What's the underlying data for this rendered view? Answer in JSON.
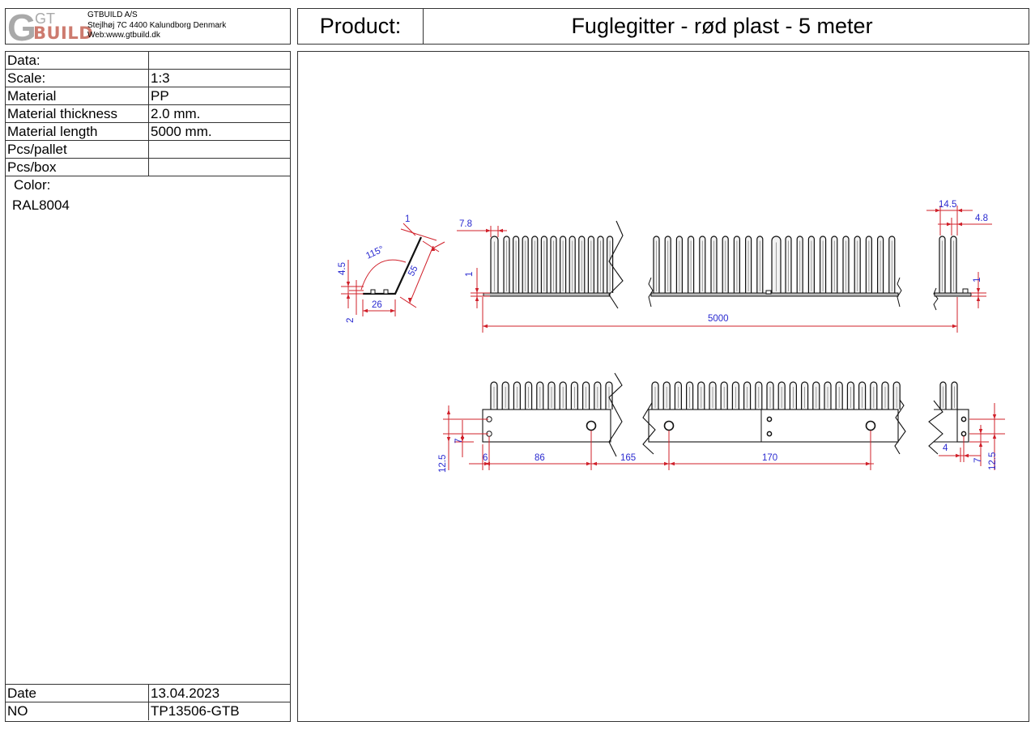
{
  "company": {
    "logo_letter": "G",
    "logo_top": "GT",
    "logo_bottom": "BUILD",
    "name": "GTBUILD A/S",
    "address": "Stejlhøj 7C 4400 Kalundborg Denmark",
    "web": "Web:www.gtbuild.dk"
  },
  "product": {
    "label": "Product:",
    "name": "Fuglegitter - rød plast -  5 meter"
  },
  "specs": [
    {
      "key": "Data:",
      "value": ""
    },
    {
      "key": "Scale:",
      "value": "1:3"
    },
    {
      "key": "Material",
      "value": "PP"
    },
    {
      "key": "Material thickness",
      "value": "2.0 mm."
    },
    {
      "key": "Material length",
      "value": "5000 mm."
    },
    {
      "key": "Pcs/pallet",
      "value": ""
    },
    {
      "key": "Pcs/box",
      "value": ""
    }
  ],
  "color": {
    "label": "Color:",
    "value": "RAL8004"
  },
  "footer": [
    {
      "key": "Date",
      "value": "13.04.2023"
    },
    {
      "key": "NO",
      "value": "TP13506-GTB"
    }
  ],
  "drawing": {
    "colors": {
      "dimension_line": "#d0202a",
      "dimension_text": "#2a2ad0",
      "part_line": "#111111",
      "logo_gray": "#a9a9a9",
      "logo_red": "#cd7b6f"
    },
    "profile_view": {
      "angle": "115°",
      "tip_thickness": "1",
      "leg_length": "55",
      "base_width": "26",
      "height": "4.5",
      "thickness": "2"
    },
    "side_view": {
      "pitch": "7.8",
      "base_height": "1",
      "overall_length": "5000",
      "end_spacing": "14.5",
      "end_offset": "4.8",
      "end_base_height": "1"
    },
    "front_view": {
      "hole_offset": "6",
      "first_hole": "86",
      "hole_gap": "165",
      "hole_spacing": "170",
      "hole_pitch": "7",
      "strip_height": "12.5",
      "end_offset": "4",
      "end_hole_pitch": "7",
      "end_strip_height": "12.5"
    }
  }
}
